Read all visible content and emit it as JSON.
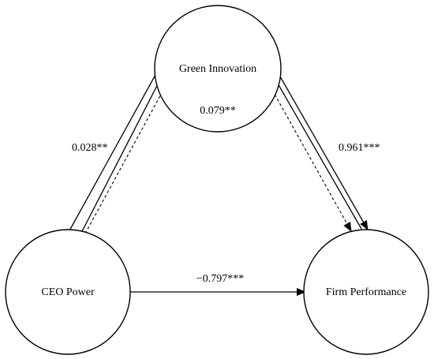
{
  "diagram": {
    "nodes": {
      "green_innovation": "Green Innovation",
      "ceo_power": "CEO Power",
      "firm_performance": "Firm Performance"
    },
    "paths": {
      "ceo_to_green": "0.028**",
      "green_to_firm": "0.961***",
      "ceo_to_firm": "−0.797***",
      "indirect": "0.079**"
    }
  }
}
